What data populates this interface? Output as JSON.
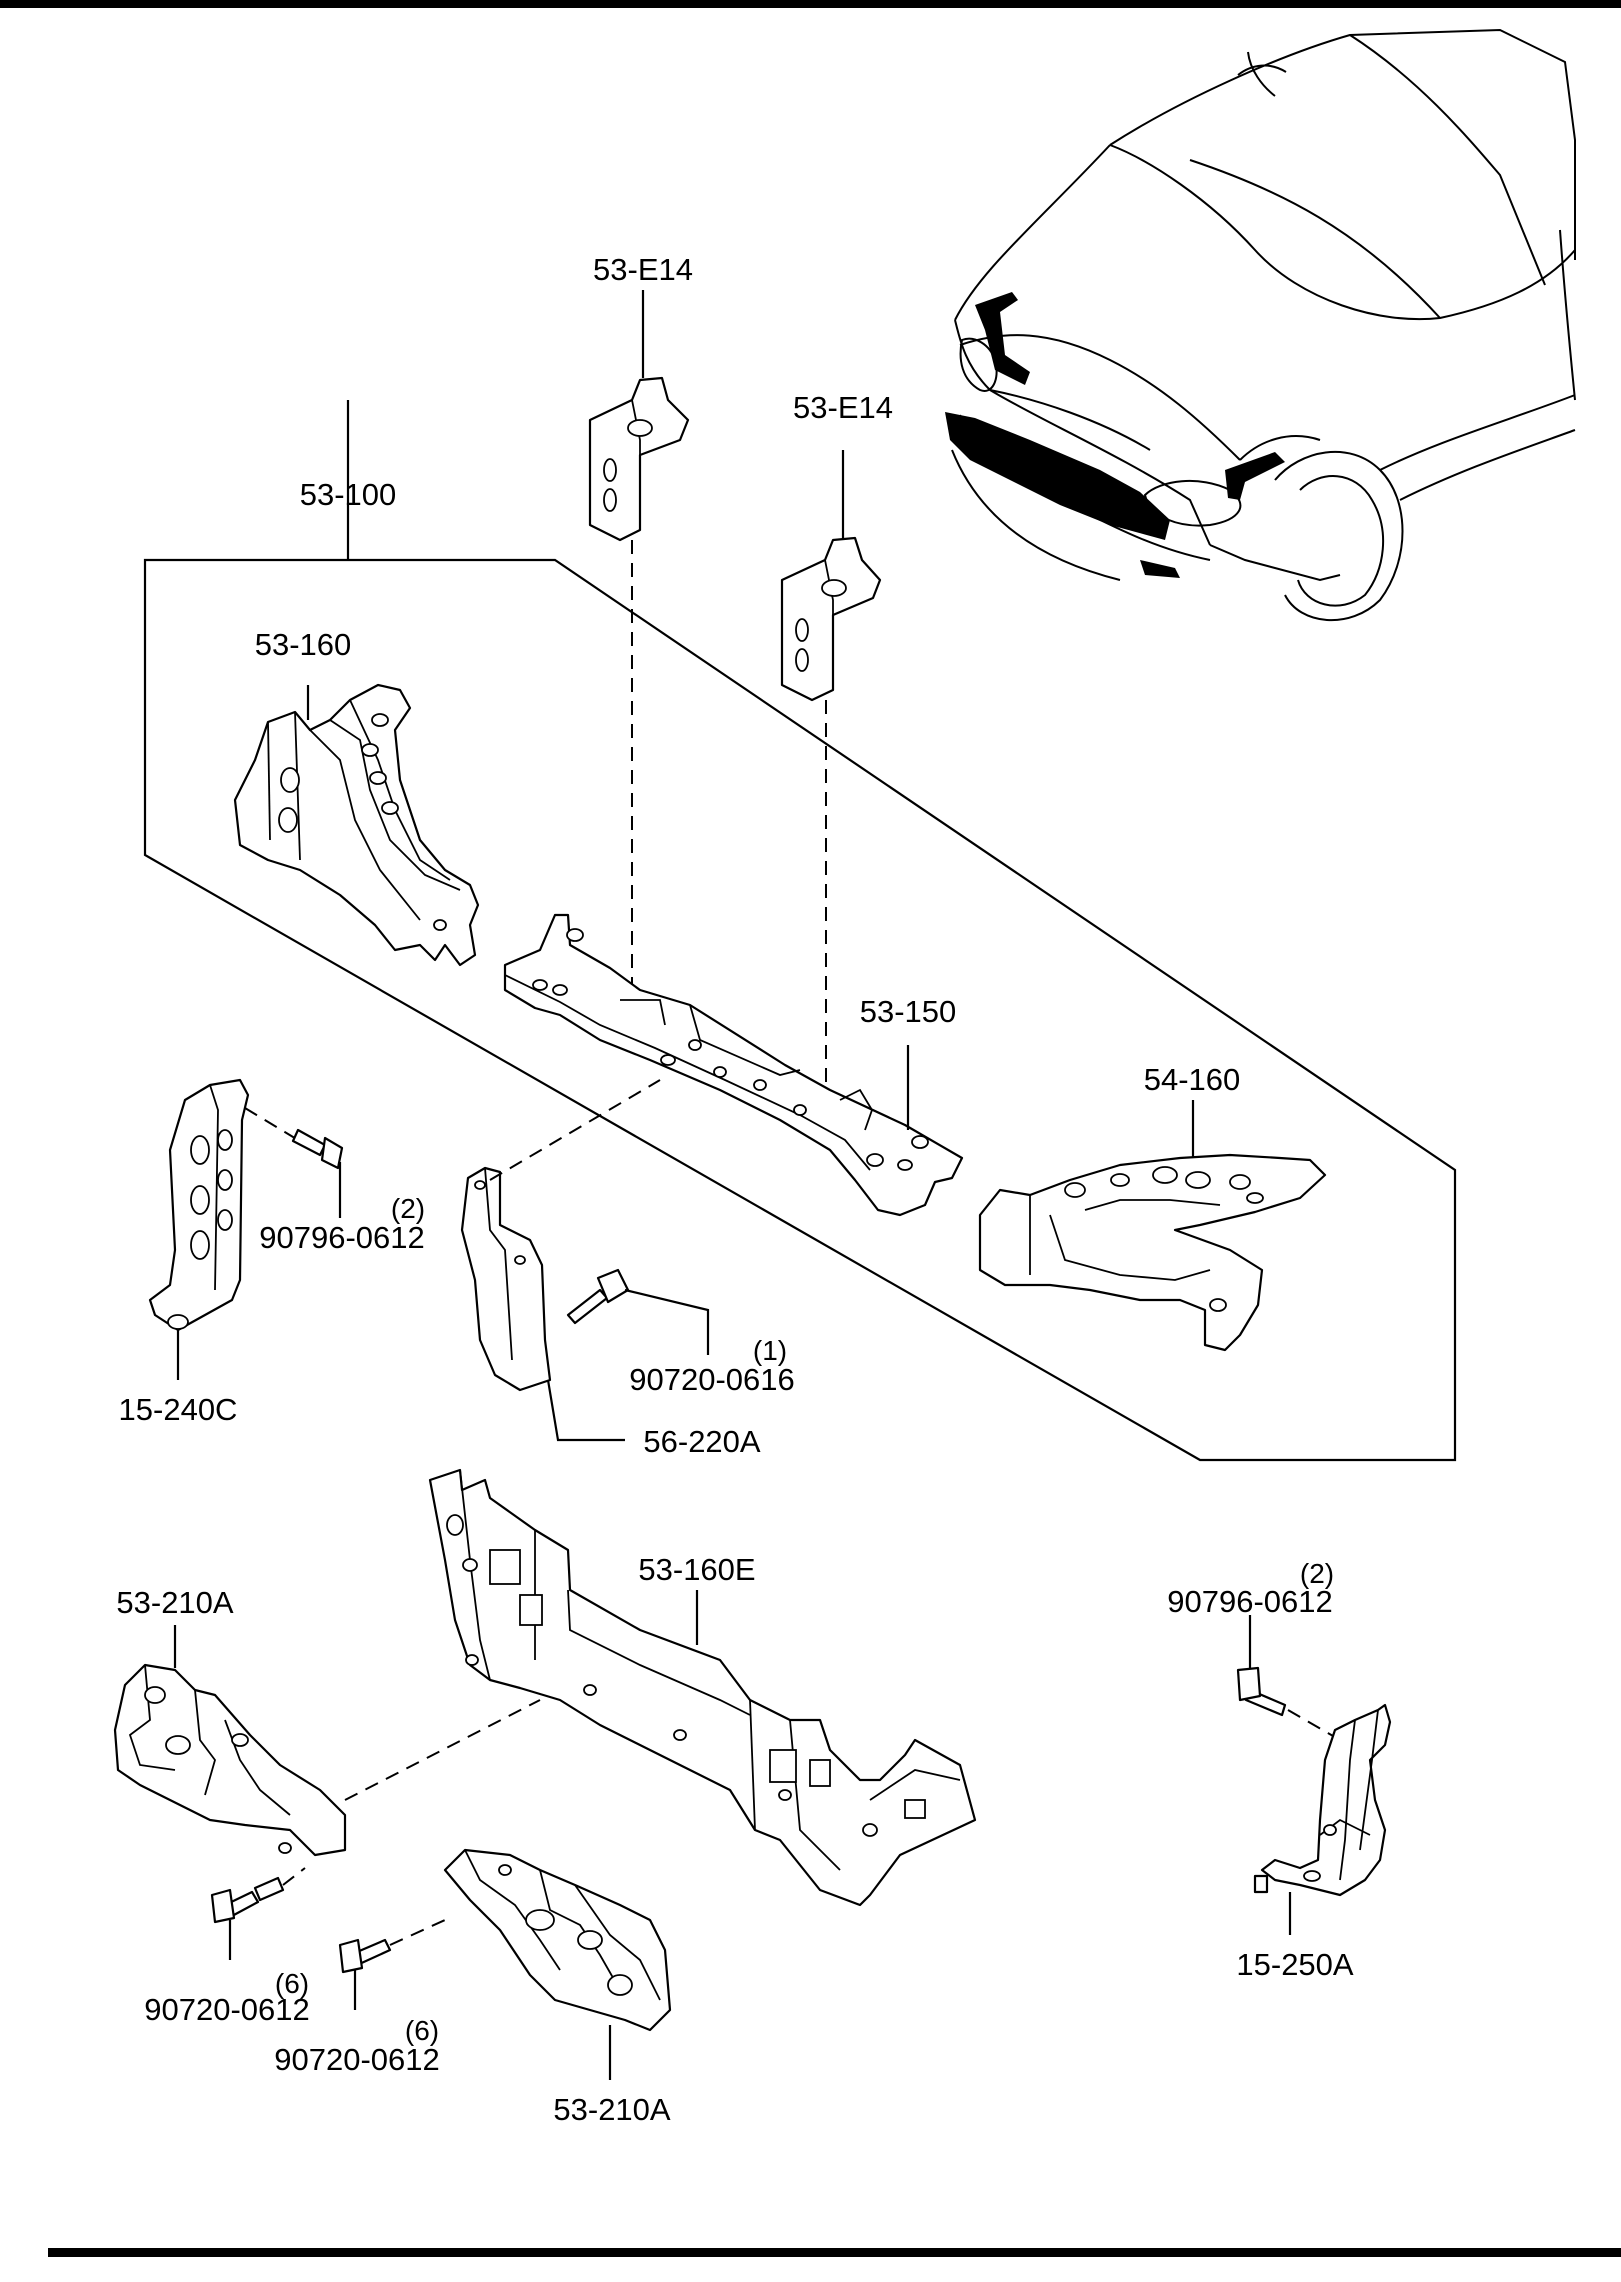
{
  "labels": {
    "bracket_upper_left": "53-E14",
    "bracket_upper_right": "53-E14",
    "panel_assembly": "53-100",
    "apron_left": "53-160",
    "upper_member": "53-150",
    "apron_right": "54-160",
    "bolt_left_part": "90796-0612",
    "bolt_left_qty": "(2)",
    "bracket_left": "15-240C",
    "bolt_center_part": "90720-0616",
    "bolt_center_qty": "(1)",
    "shield": "56-220A",
    "lower_panel": "53-160E",
    "mount_left": "53-210A",
    "bolt_lower_left_part": "90720-0612",
    "bolt_lower_left_qty": "(6)",
    "bolt_lower_mid_part": "90720-0612",
    "bolt_lower_mid_qty": "(6)",
    "mount_bottom": "53-210A",
    "bolt_right_part": "90796-0612",
    "bolt_right_qty": "(2)",
    "bracket_right": "15-250A"
  }
}
